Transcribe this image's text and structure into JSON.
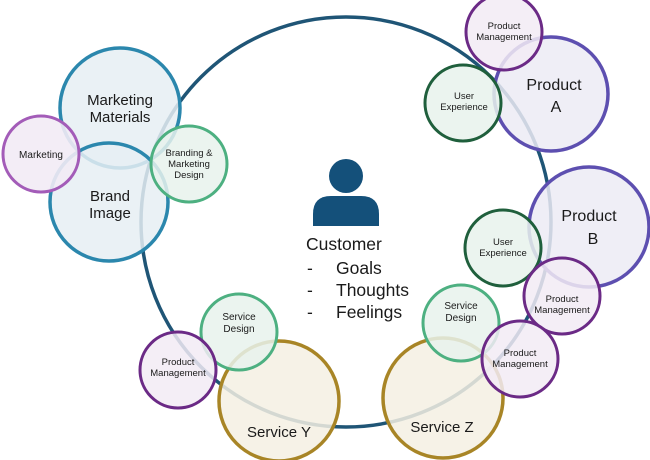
{
  "customer": {
    "title": "Customer",
    "items": [
      "Goals",
      "Thoughts",
      "Feelings"
    ],
    "bullet": "-"
  },
  "labels": {
    "marketing_materials": [
      "Marketing",
      "Materials"
    ],
    "marketing": "Marketing",
    "brand_image": [
      "Brand",
      "Image"
    ],
    "branding_design": [
      "Branding &",
      "Marketing",
      "Design"
    ],
    "product_a": [
      "Product",
      "A"
    ],
    "product_b": [
      "Product",
      "B"
    ],
    "product_management": [
      "Product",
      "Management"
    ],
    "user_experience": [
      "User",
      "Experience"
    ],
    "service_design": [
      "Service",
      "Design"
    ],
    "service_y": "Service Y",
    "service_z": "Service Z"
  },
  "colors": {
    "main_ring": "#1f5576",
    "teal": "#2b87ad",
    "purple_dark": "#6b2a86",
    "purple_light": "#a35cb8",
    "violet": "#5d4fb0",
    "green_dark": "#1f5f3c",
    "green_light": "#4db081",
    "gold": "#a88526",
    "person": "#14507a"
  }
}
